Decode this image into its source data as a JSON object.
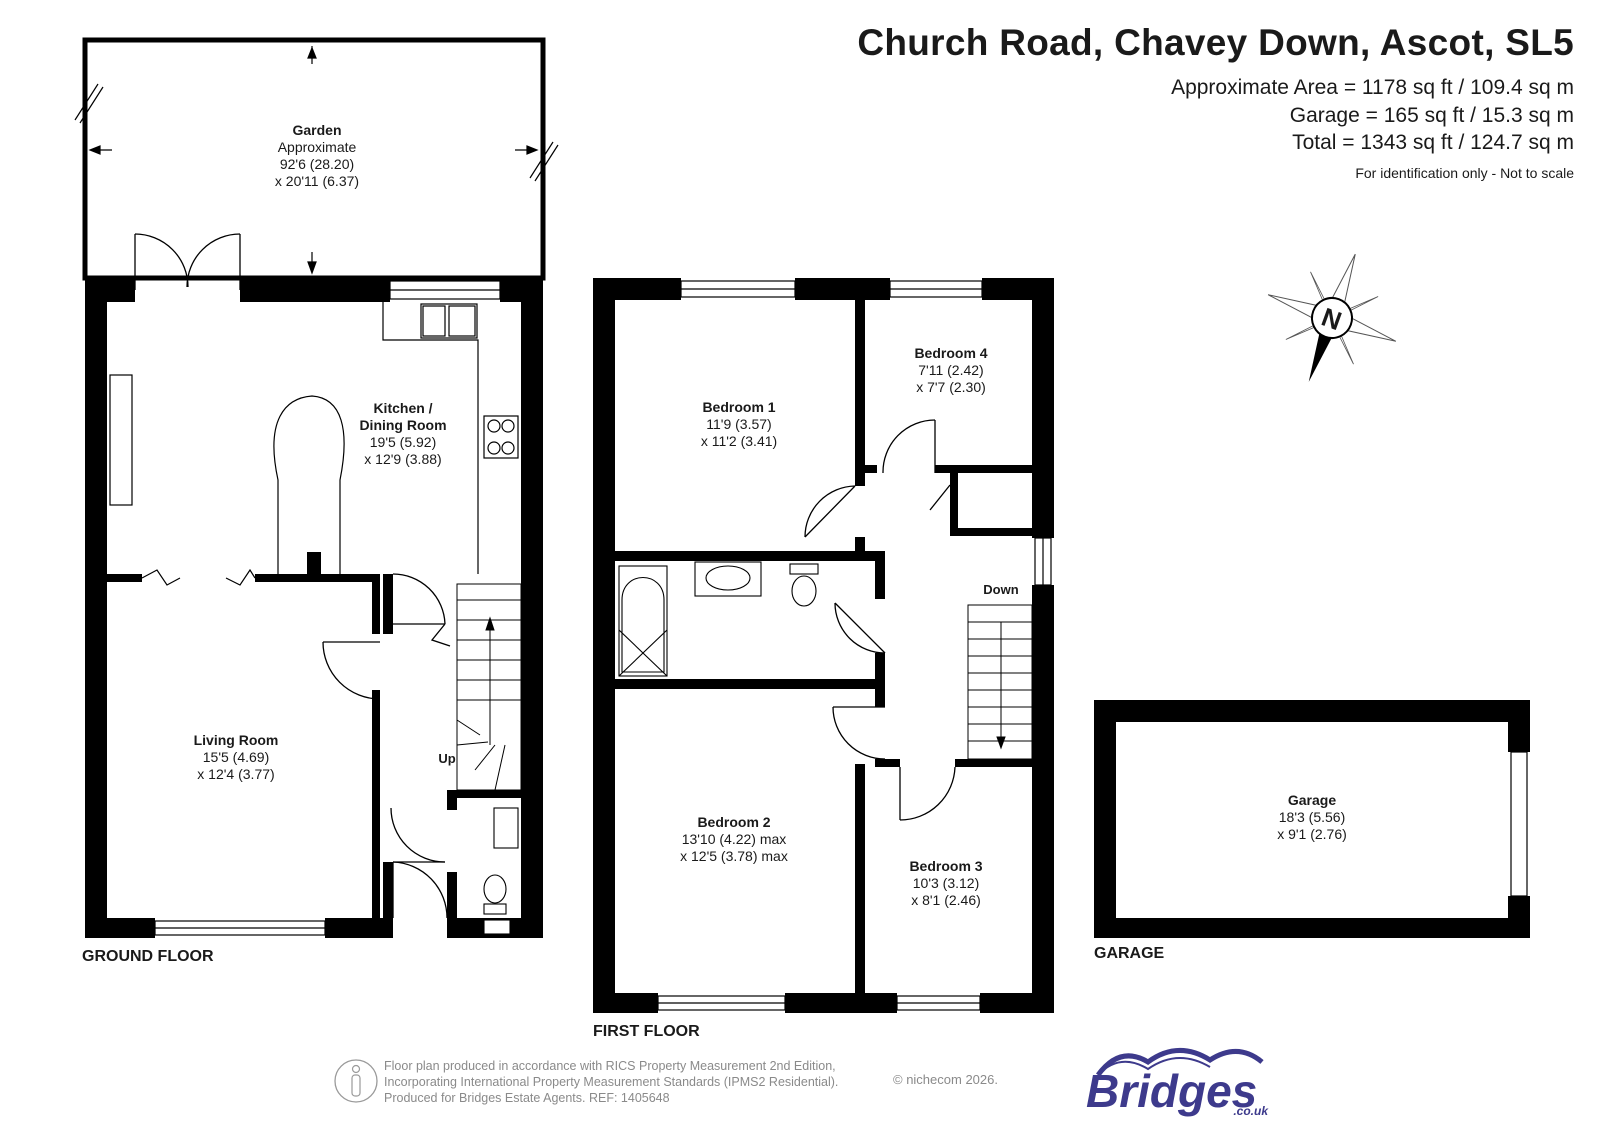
{
  "header": {
    "title": "Church Road, Chavey Down, Ascot, SL5",
    "approx_area": "Approximate Area = 1178 sq ft / 109.4 sq m",
    "garage_area": "Garage = 165 sq ft / 15.3 sq m",
    "total_area": "Total = 1343 sq ft / 124.7 sq m",
    "note": "For identification only - Not to scale"
  },
  "compass": {
    "label": "N"
  },
  "ground_floor": {
    "label": "GROUND FLOOR",
    "garden": {
      "name": "Garden",
      "line1": "Approximate",
      "line2": "92'6 (28.20)",
      "line3": "x 20'11 (6.37)"
    },
    "kitchen": {
      "name1": "Kitchen /",
      "name2": "Dining Room",
      "dim1": "19'5 (5.92)",
      "dim2": "x 12'9 (3.88)"
    },
    "living": {
      "name": "Living Room",
      "dim1": "15'5 (4.69)",
      "dim2": "x 12'4 (3.77)"
    },
    "stairs_label": "Up"
  },
  "first_floor": {
    "label": "FIRST FLOOR",
    "bedroom1": {
      "name": "Bedroom 1",
      "dim1": "11'9 (3.57)",
      "dim2": "x 11'2 (3.41)"
    },
    "bedroom2": {
      "name": "Bedroom 2",
      "dim1": "13'10 (4.22) max",
      "dim2": "x 12'5 (3.78) max"
    },
    "bedroom3": {
      "name": "Bedroom 3",
      "dim1": "10'3 (3.12)",
      "dim2": "x 8'1 (2.46)"
    },
    "bedroom4": {
      "name": "Bedroom 4",
      "dim1": "7'11 (2.42)",
      "dim2": "x 7'7 (2.30)"
    },
    "stairs_label": "Down"
  },
  "garage": {
    "label": "GARAGE",
    "name": "Garage",
    "dim1": "18'3 (5.56)",
    "dim2": "x 9'1 (2.76)"
  },
  "footer": {
    "line1": "Floor plan produced in accordance with RICS Property Measurement 2nd Edition,",
    "line2": "Incorporating International Property Measurement Standards (IPMS2 Residential).",
    "line3": "Produced for Bridges Estate Agents.   REF: 1405648",
    "copyright": "© nichecom 2026.",
    "logo": "Bridges",
    "logo_sub": ".co.uk"
  },
  "colors": {
    "wall": "#000000",
    "text": "#1a1a1a",
    "brand": "#3d3a8c",
    "footer_text": "#8a8a8a"
  }
}
